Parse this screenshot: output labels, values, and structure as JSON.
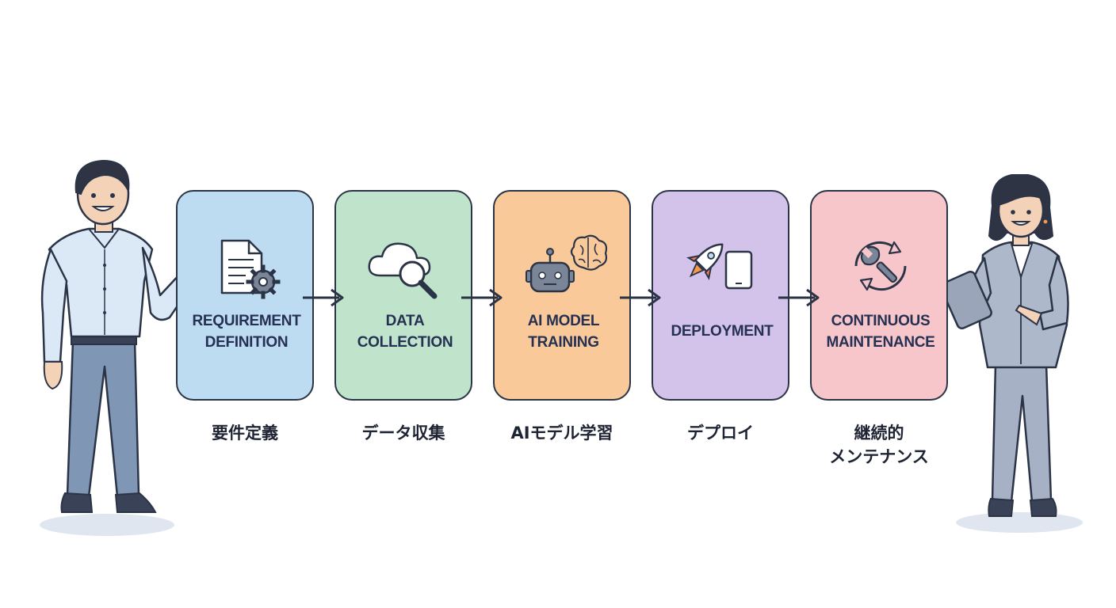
{
  "steps": [
    {
      "id": "requirement",
      "title_lines": [
        "REQUIREMENT",
        "DEFINITION"
      ],
      "jp_lines": [
        "要件定義"
      ],
      "color": "#bddcf2",
      "icon": "document-gear-icon"
    },
    {
      "id": "data",
      "title_lines": [
        "DATA",
        "COLLECTION"
      ],
      "jp_lines": [
        "データ収集"
      ],
      "color": "#bfe3cb",
      "icon": "cloud-search-icon"
    },
    {
      "id": "training",
      "title_lines": [
        "AI MODEL",
        "TRAINING"
      ],
      "jp_lines": [
        "AIモデル学習"
      ],
      "color": "#f9c99a",
      "icon": "robot-brain-icon"
    },
    {
      "id": "deployment",
      "title_lines": [
        "DEPLOYMENT"
      ],
      "jp_lines": [
        "デプロイ"
      ],
      "color": "#d3c3ea",
      "icon": "rocket-tablet-icon"
    },
    {
      "id": "maintenance",
      "title_lines": [
        "CONTINUOUS",
        "MAINTENANCE"
      ],
      "jp_lines": [
        "継続的",
        "メンテナンス"
      ],
      "color": "#f7c6cb",
      "icon": "wrench-cycle-icon"
    }
  ],
  "colors": {
    "outline": "#2b3446",
    "title_text": "#253052",
    "arrow": "#2b3446",
    "arrow_tip": "#f39a4a"
  }
}
